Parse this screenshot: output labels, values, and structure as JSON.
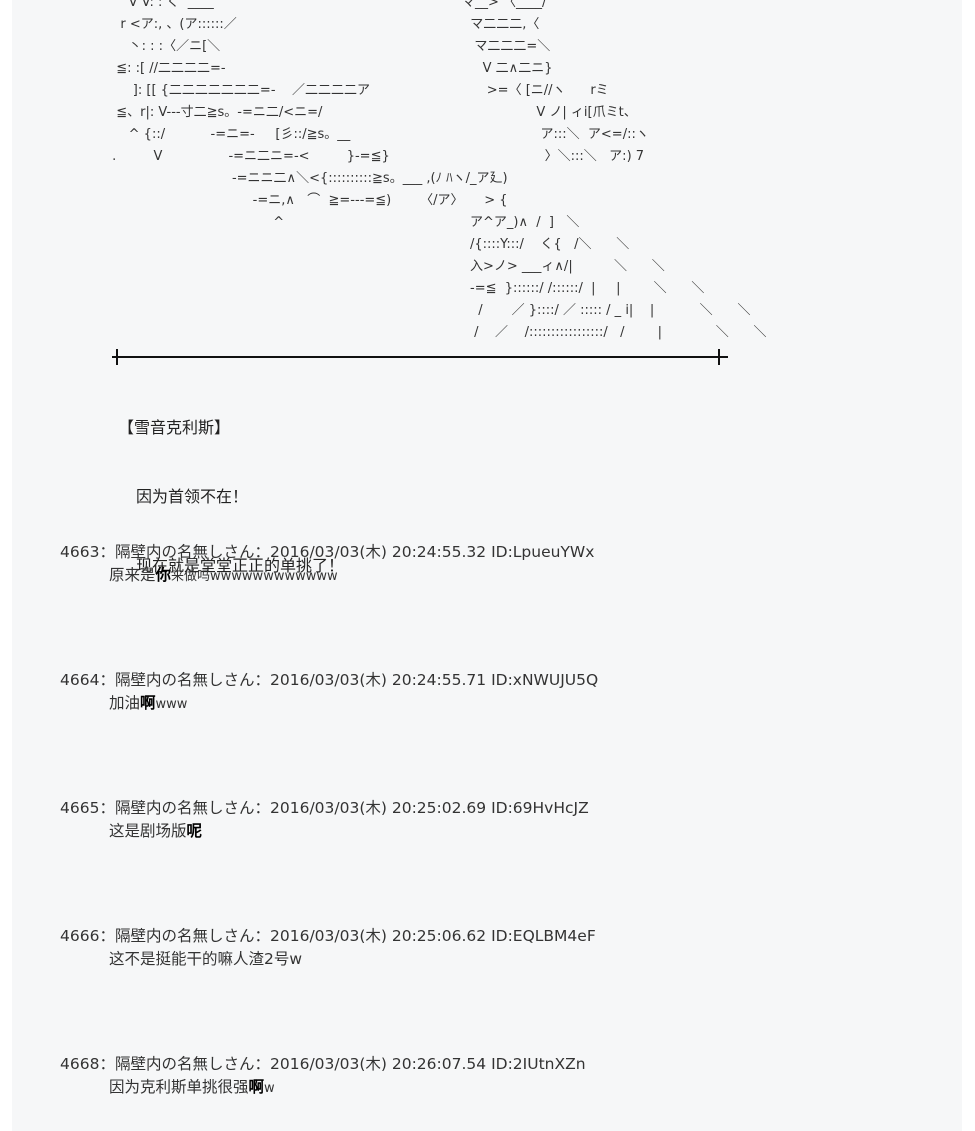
{
  "ascii_art": {
    "left_lines": [
      "     V V: : く  ____",
      "   r <ア:, 、(ア::::::／",
      "     丶: : :〈／ニ[＼",
      "  ≦: :[ //二二二二=-",
      "      ]: [[ {二二二二二二二=-    ／二二二二ア",
      "  ≦、r|: V---寸二≧s。-=ニ二/<ニ=/",
      "     ^ {::/           -=ニ=-     [彡::/≧s。__",
      " .         V                -=ニ二ニ=-<         }-=≦}",
      "                              -=ニニ二∧＼<{::::::::::≧s。___ ,(ﾉ ﾊヽ/_ア廴)",
      "                                   -=ニ,∧   ⌒  ≧=---=≦)       〈/ア〉     > {",
      "                                        ^"
    ],
    "right_lines": [
      "マ__> 〈____/",
      "  マ二二二,〈",
      "   マ二二二=＼",
      "     V 二∧二ニ}",
      "      >=〈 [ニ//ヽ      rミ",
      "                  V ノ| ィi[爪ミt、",
      "                   ア:::＼  ア<=/::ヽ",
      "                    〉＼:::＼   ア:) 7"
    ],
    "bottom_lines": [
      "ア^ア_)∧  /  ]   ＼",
      "/{::::Y:::/    く{   /＼      ＼",
      "入>ノ> ___ィ∧/|          ＼      ＼",
      "-=≦  }::::::/ /::::::/  |     |        ＼      ＼",
      "  /       ／ }::::/ ／ ::::: / _ i|    |           ＼      ＼",
      " /    ／    /:::::::::::::::::/   /        |             ＼      ＼"
    ]
  },
  "speech": {
    "speaker": "【雪音克利斯】",
    "lines": [
      "因为首领不在！",
      "现在就是堂堂正正的单挑了！"
    ]
  },
  "posts": [
    {
      "number": "4663",
      "name": "隔壁内の名無しさん",
      "date": "2016/03/03(木) 20:24:55.32",
      "id": "ID:LpueuYWx",
      "body_pre": "原来是",
      "body_bold": "你",
      "body_post": "来做吗wwwwwwwwwwww"
    },
    {
      "number": "4664",
      "name": "隔壁内の名無しさん",
      "date": "2016/03/03(木) 20:24:55.71",
      "id": "ID:xNWUJU5Q",
      "body_pre": "加油",
      "body_bold": "啊",
      "body_post": "www"
    },
    {
      "number": "4665",
      "name": "隔壁内の名無しさん",
      "date": "2016/03/03(木) 20:25:02.69",
      "id": "ID:69HvHcJZ",
      "body_pre": "这是剧场版",
      "body_bold": "呢",
      "body_post": ""
    },
    {
      "number": "4666",
      "name": "隔壁内の名無しさん",
      "date": "2016/03/03(木) 20:25:06.62",
      "id": "ID:EQLBM4eF",
      "body_pre": "这不是挺能干的嘛人渣2号w",
      "body_bold": "",
      "body_post": ""
    },
    {
      "number": "4668",
      "name": "隔壁内の名無しさん",
      "date": "2016/03/03(木) 20:26:07.54",
      "id": "ID:2IUtnXZn",
      "body_pre": "因为克利斯单挑很强",
      "body_bold": "啊",
      "body_post": "w"
    }
  ],
  "separator": "："
}
